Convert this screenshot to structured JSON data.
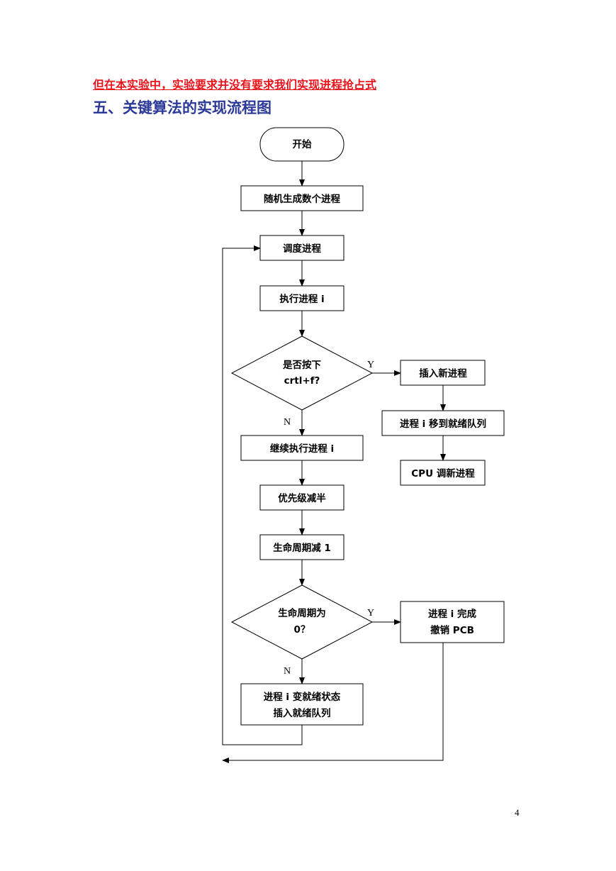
{
  "notice": "但在本实验中，实验要求并没有要求我们实现进程抢占式",
  "section_heading": "五、关键算法的实现流程图",
  "flowchart": {
    "start": "开始",
    "generate": "随机生成数个进程",
    "schedule": "调度进程",
    "execute": "执行进程 i",
    "decision1": [
      "是否按下",
      "crtl+f?"
    ],
    "insert_new": "插入新进程",
    "move_ready": "进程 i 移到就绪队列",
    "cpu_schedule": "CPU 调新进程",
    "continue_exec": "继续执行进程 i",
    "halve_priority": "优先级减半",
    "decrement_life": "生命周期减 1",
    "decision2": [
      "生命周期为",
      "0？"
    ],
    "finish": [
      "进程 i 完成",
      "撤销 PCB"
    ],
    "to_ready": [
      "进程 i 变就绪状态",
      "插入就绪队列"
    ],
    "yes": "Y",
    "no": "N"
  },
  "page_number": "4"
}
